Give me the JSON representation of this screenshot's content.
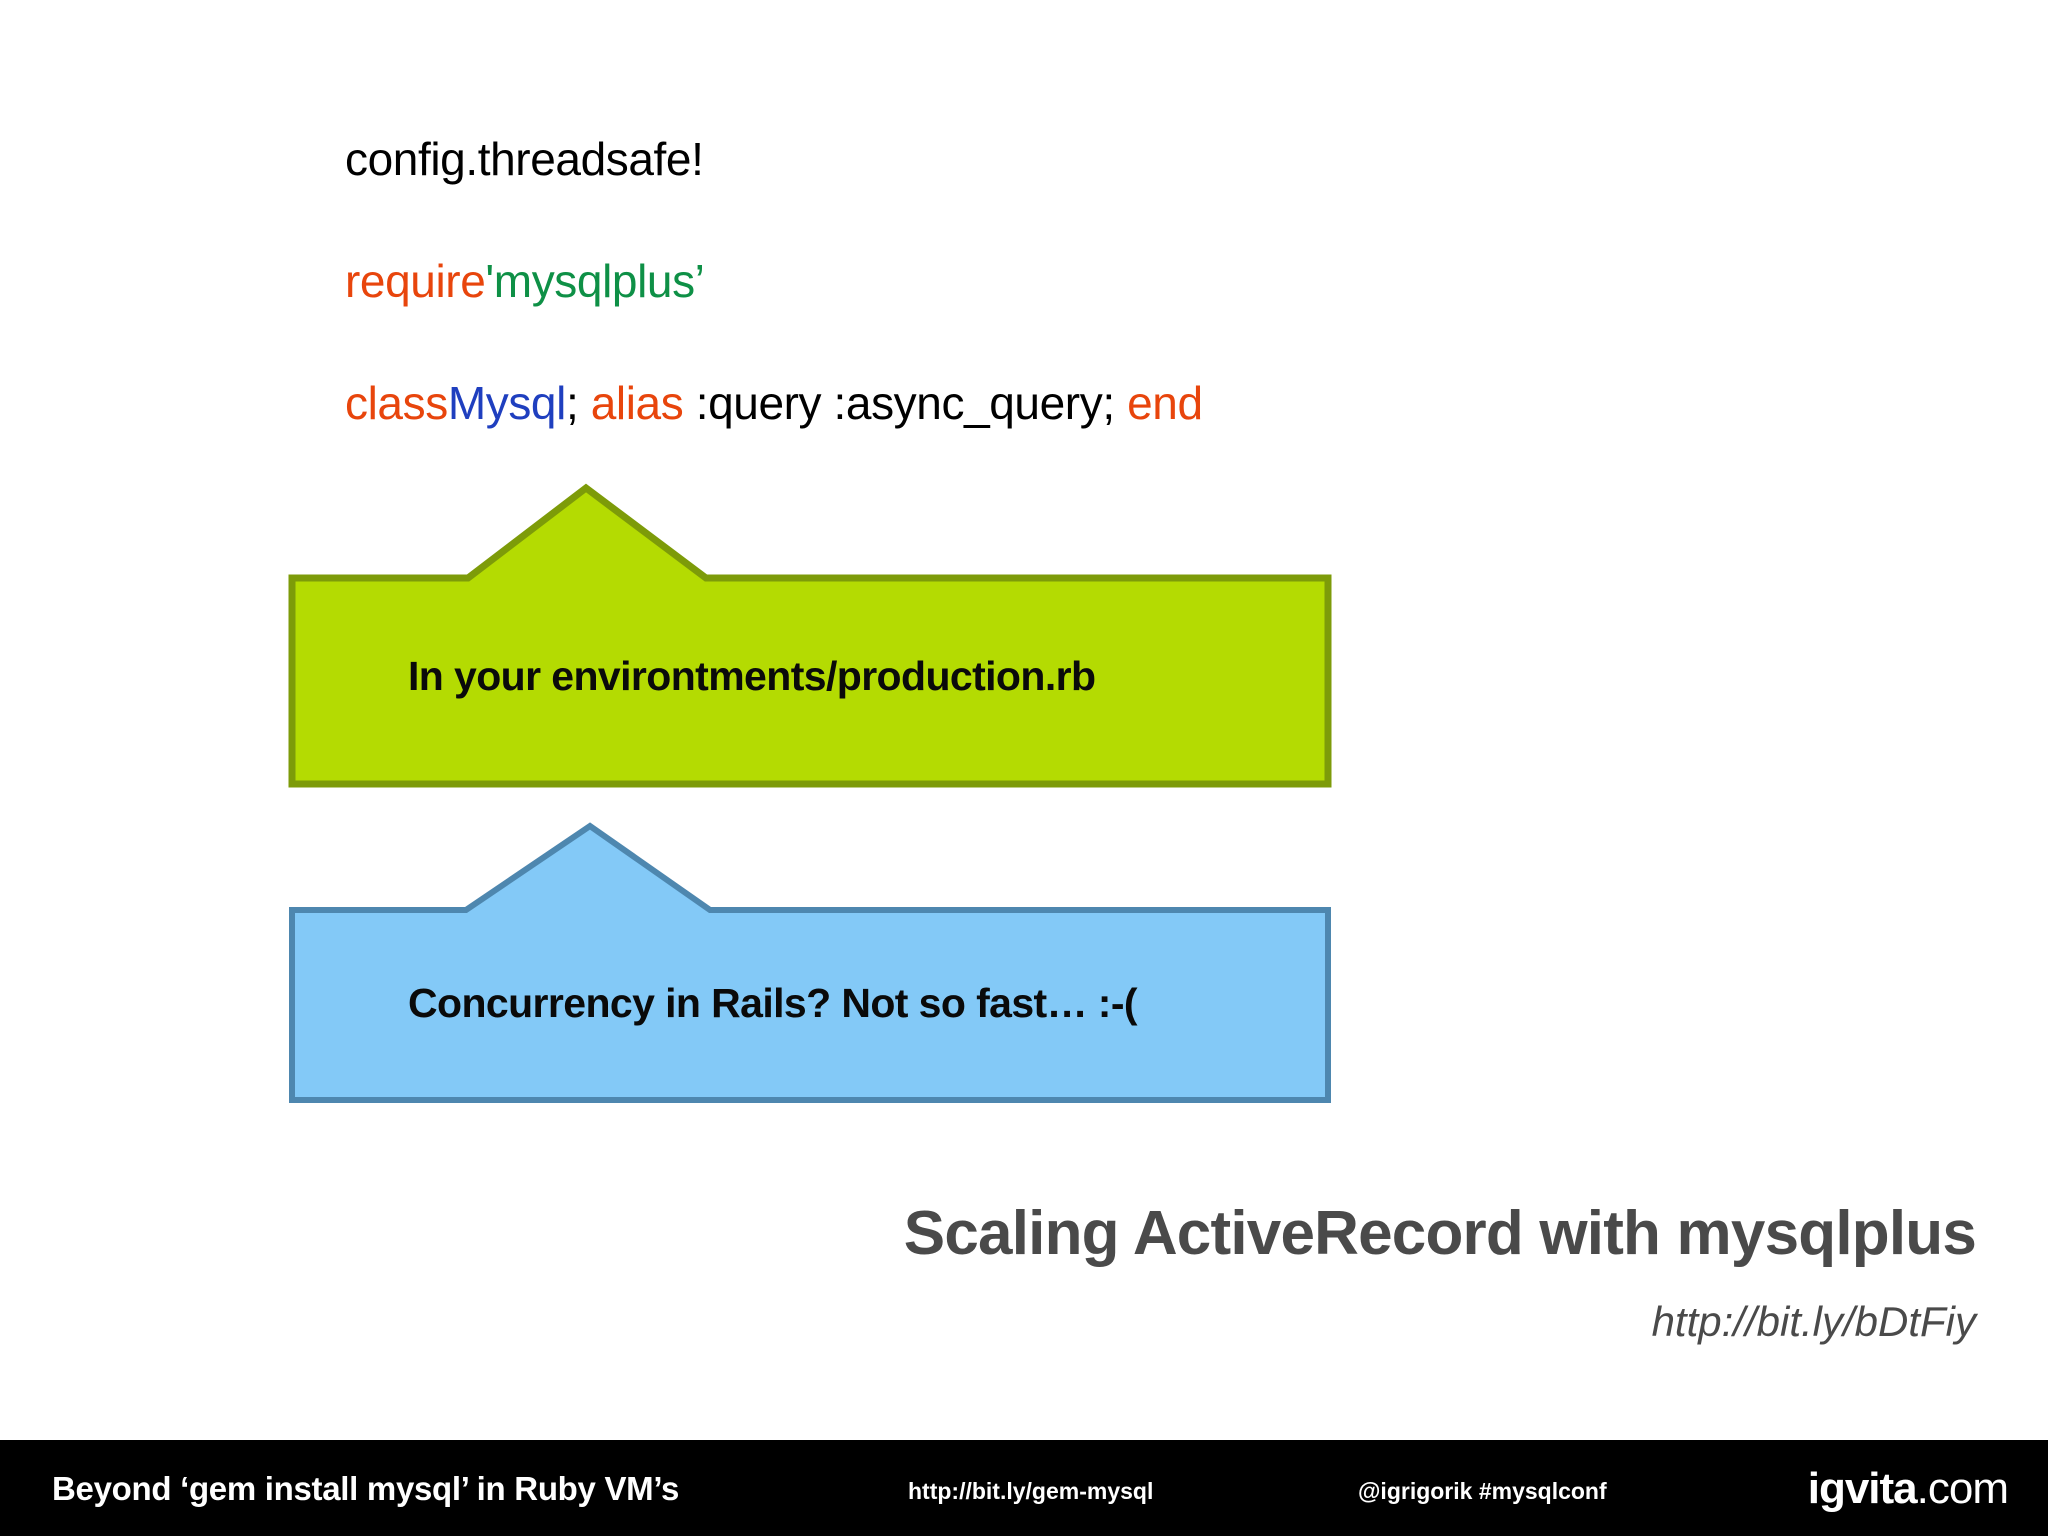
{
  "slide": {
    "code": [
      {
        "id": "line-threadsafe",
        "tokens": [
          {
            "kind": "plain",
            "text": "config.threadsafe!"
          }
        ]
      },
      {
        "id": "line-require",
        "tokens": [
          {
            "kind": "kw",
            "text": "require"
          },
          {
            "kind": "str",
            "text": "'mysqlplus’"
          }
        ]
      },
      {
        "id": "line-class",
        "tokens": [
          {
            "kind": "kw",
            "text": "class"
          },
          {
            "kind": "cls",
            "text": "Mysql"
          },
          {
            "kind": "plain",
            "text": "; "
          },
          {
            "kind": "kw",
            "text": "alias"
          },
          {
            "kind": "plain",
            "text": " :query :async_query; "
          },
          {
            "kind": "kw",
            "text": "end"
          }
        ]
      }
    ],
    "callouts": [
      {
        "id": "green",
        "label": "In your environtments/production.rb",
        "fill": "#B4DB02",
        "stroke": "#7D9B09"
      },
      {
        "id": "blue",
        "label": "Concurrency in Rails? Not so fast… :-(",
        "fill": "#83C9F7",
        "stroke": "#4E87AF"
      }
    ],
    "headline": "Scaling ActiveRecord with mysqlplus",
    "headline_url": "http://bit.ly/bDtFiy"
  },
  "footer": {
    "title": "Beyond ‘gem install mysql’ in Ruby VM’s",
    "link": "http://bit.ly/gem-mysql",
    "handle": "@igrigorik #mysqlconf",
    "logo_main": "igvita",
    "logo_tld": ".com",
    "background": "#000000",
    "text_color": "#FFFFFF"
  }
}
